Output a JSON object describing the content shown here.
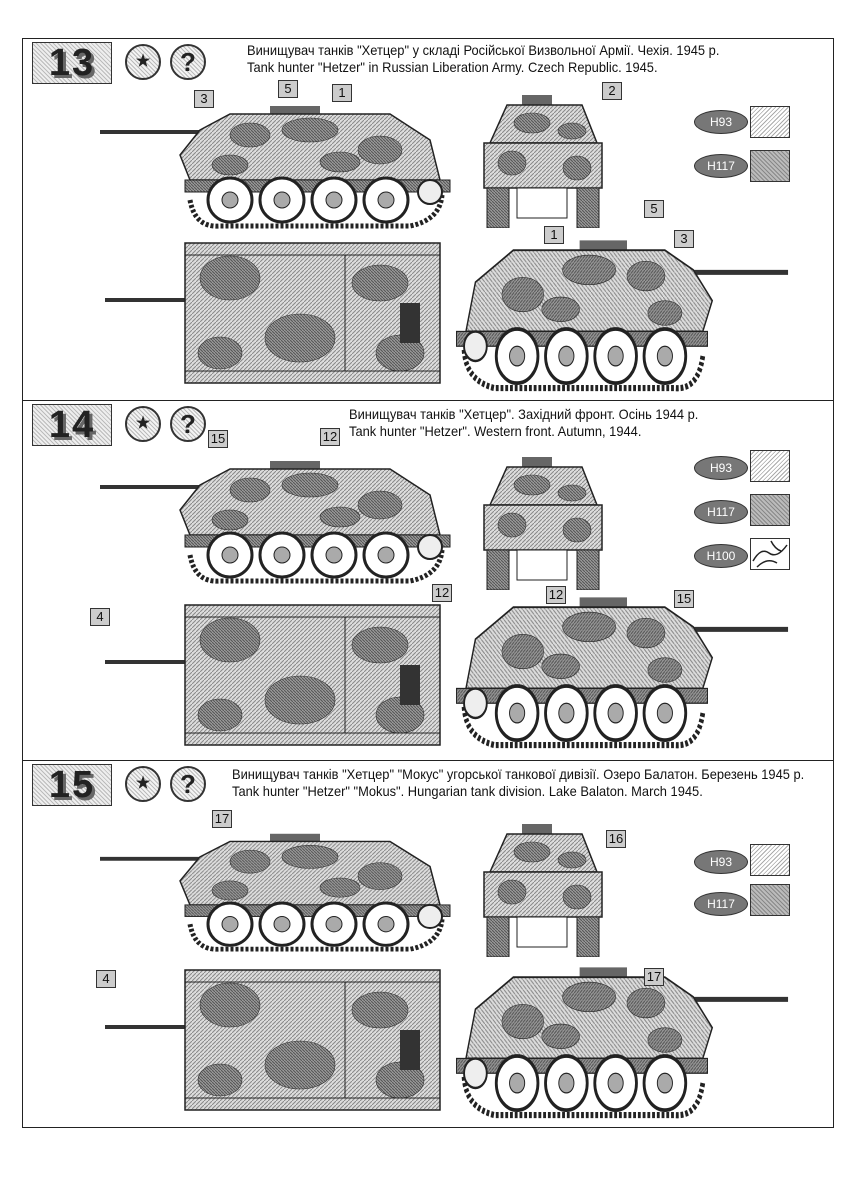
{
  "sections": [
    {
      "number": "13",
      "title_ua": "Винищувач танків \"Хетцер\" у складі Російської Визвольної Армії. Чехія. 1945 р.",
      "title_en": "Tank hunter \"Hetzer\" in Russian Liberation Army. Czech Republic. 1945.",
      "callouts": [
        "3",
        "5",
        "1",
        "2",
        "1",
        "5",
        "3"
      ],
      "paints": [
        {
          "code": "H93",
          "style": "light"
        },
        {
          "code": "H117",
          "style": "dark"
        }
      ]
    },
    {
      "number": "14",
      "title_ua": "Винищувач танків \"Хетцер\".  Західний фронт. Осінь 1944 р.",
      "title_en": "Tank hunter \"Hetzer\". Western front. Autumn, 1944.",
      "callouts": [
        "15",
        "12",
        "4",
        "12",
        "12",
        "15"
      ],
      "paints": [
        {
          "code": "H93",
          "style": "light"
        },
        {
          "code": "H117",
          "style": "dark"
        },
        {
          "code": "H100",
          "style": "camo"
        }
      ]
    },
    {
      "number": "15",
      "title_ua": "Винищувач танків \"Хетцер\" \"Мокус\" угорської танкової дивізії. Озеро Балатон. Березень 1945 р.",
      "title_en": "Tank hunter \"Hetzer\" \"Mokus\". Hungarian tank division. Lake Balaton. March 1945.",
      "callouts": [
        "17",
        "16",
        "4",
        "17"
      ],
      "paints": [
        {
          "code": "H93",
          "style": "light"
        },
        {
          "code": "H117",
          "style": "dark"
        }
      ]
    }
  ],
  "icons": {
    "star": "★",
    "question": "?"
  }
}
